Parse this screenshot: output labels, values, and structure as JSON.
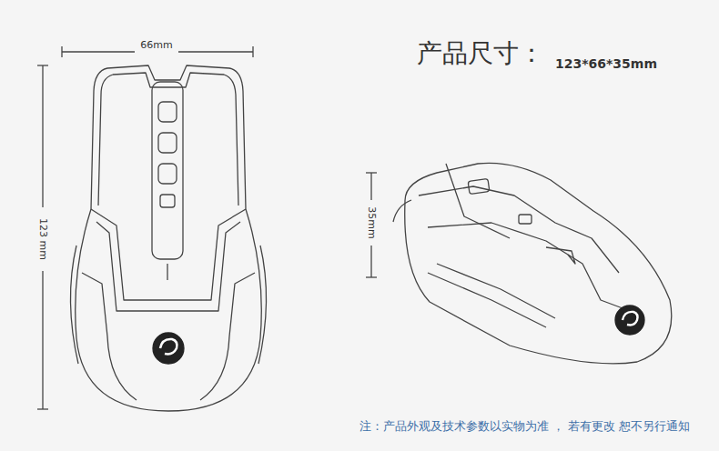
{
  "diagram": {
    "title": "产品尺寸：",
    "labels": [
      "66mm",
      "123 mm",
      "35mm",
      "123*66*35mm",
      "注：产品外观及技术参数以实物为准 ， 若有更改 恕不另行通知"
    ]
  }
}
